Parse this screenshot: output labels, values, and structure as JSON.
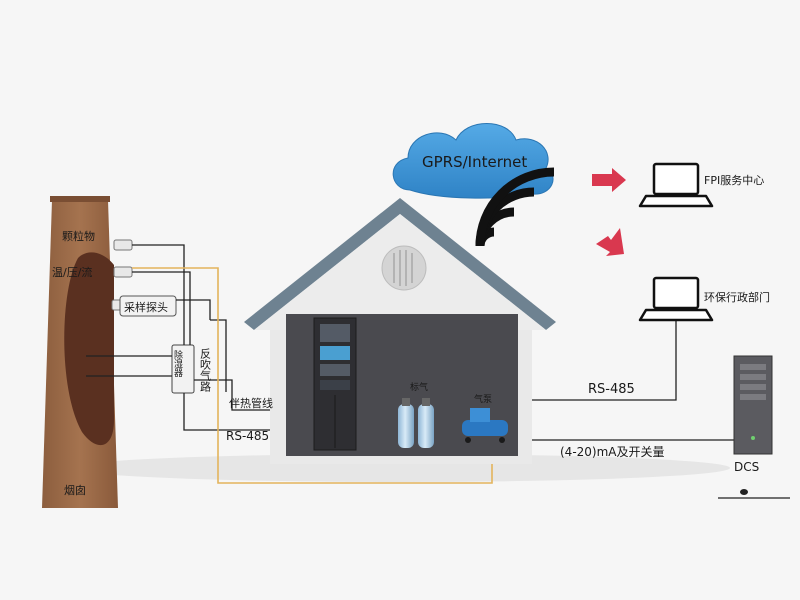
{
  "cloud": {
    "label": "GPRS/Internet"
  },
  "chimney": {
    "label_particulate": "颗粒物",
    "label_temp_pressure_flow": "温/压/流",
    "label_probe": "采样探头",
    "label_flue_gas": "烟囱"
  },
  "station": {
    "label_backflush": "反吹气路",
    "label_filter": "除湿器",
    "label_heated_line": "伴热管线",
    "label_rs485_left": "RS-485",
    "label_standard_gas": "标气",
    "label_pump": "气泵"
  },
  "links": {
    "label_rs485_right": "RS-485",
    "label_analog": "(4-20)mA及开关量"
  },
  "endpoints": {
    "fpi": "FPI服务中心",
    "epa": "环保行政部门",
    "dcs": "DCS"
  },
  "colors": {
    "chimney": "#9b6a47",
    "chimney_inner": "#5a3020",
    "roof": "#6e8291",
    "house_dark": "#4a4a4f",
    "cloud": "#3b93d4",
    "arrow": "#d9384f",
    "heated_line": "#e3b45c"
  }
}
